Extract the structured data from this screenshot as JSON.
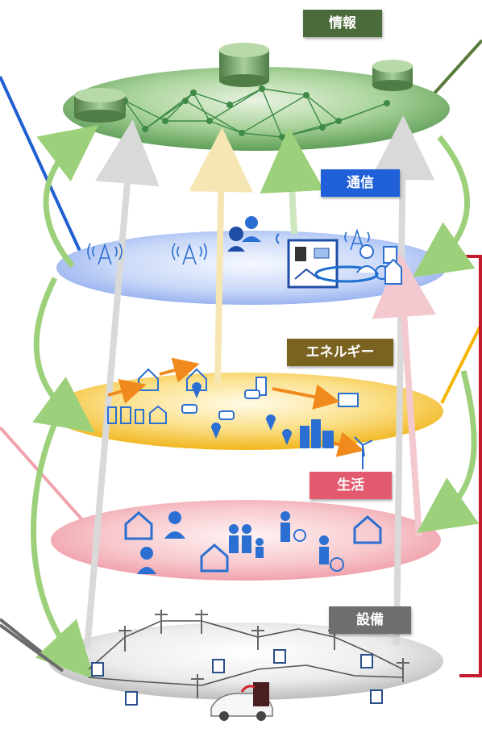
{
  "layers": [
    {
      "key": "info",
      "label": "情報",
      "color": "#4a6b3a"
    },
    {
      "key": "comm",
      "label": "通信",
      "color": "#1f5fd8"
    },
    {
      "key": "energy",
      "label": "エネルギー",
      "color": "#7a6220"
    },
    {
      "key": "life",
      "label": "生活",
      "color": "#e35a6e"
    },
    {
      "key": "equip",
      "label": "設備",
      "color": "#6f6f6f"
    }
  ],
  "palette": {
    "info_disc": "#6fae6a",
    "comm_disc": "#9fb8ee",
    "energy_disc": "#f3c13a",
    "life_disc": "#f0a0aa",
    "equip_disc": "#d6d6d6",
    "arrow_green": "#9dd07a",
    "bracket_red": "#c41a2c",
    "icon_blue": "#2a6fd1"
  }
}
